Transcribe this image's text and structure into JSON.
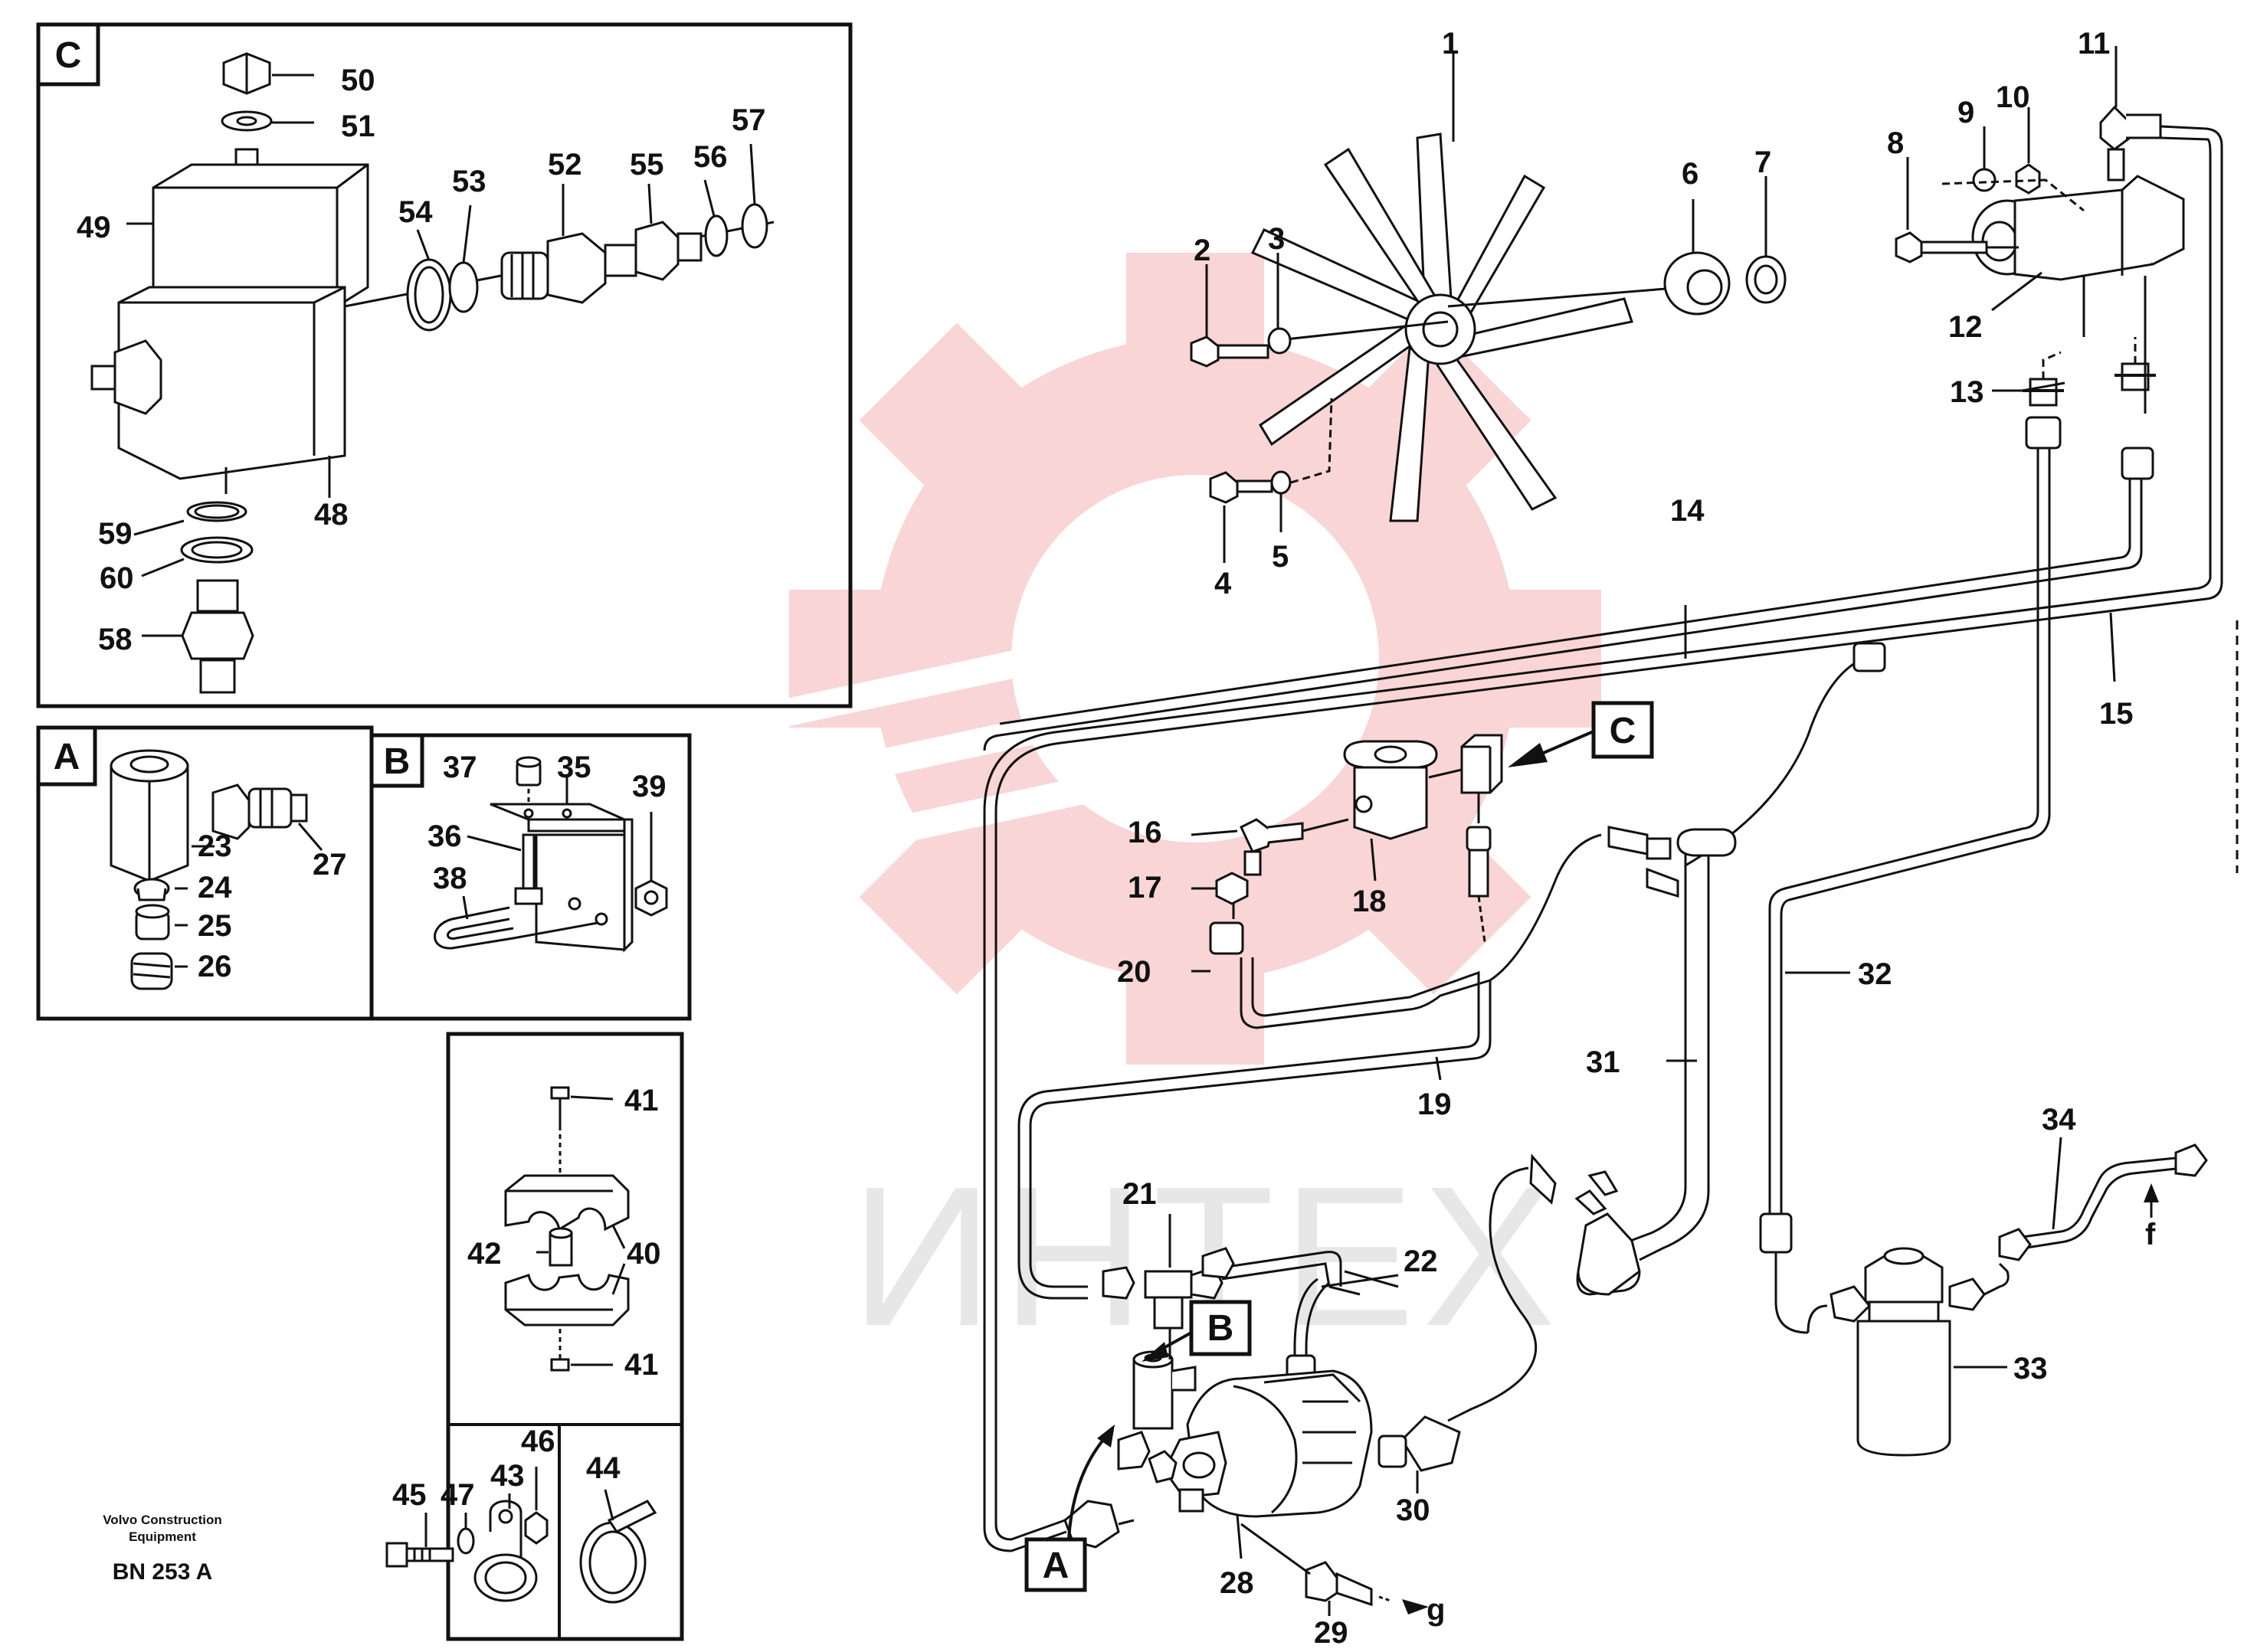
{
  "watermark": {
    "text": "ИНТЕХ",
    "gear_color": "#f8c8c8"
  },
  "colors": {
    "ink": "#111111",
    "paper": "#ffffff",
    "watermark_red": "#f5b4b4",
    "watermark_gray": "#e7e7e7"
  },
  "panels": {
    "C": {
      "letter": "C"
    },
    "A": {
      "letter": "A"
    },
    "B": {
      "letter": "B"
    }
  },
  "callouts": {
    "c": "C",
    "b": "B",
    "a": "A",
    "f": "f",
    "g": "g"
  },
  "labels": {
    "n1": "1",
    "n2": "2",
    "n3": "3",
    "n4": "4",
    "n5": "5",
    "n6": "6",
    "n7": "7",
    "n8": "8",
    "n9": "9",
    "n10": "10",
    "n11": "11",
    "n12": "12",
    "n13": "13",
    "n14": "14",
    "n15": "15",
    "n16": "16",
    "n17": "17",
    "n18": "18",
    "n19": "19",
    "n20": "20",
    "n21": "21",
    "n22": "22",
    "n23": "23",
    "n24": "24",
    "n25": "25",
    "n26": "26",
    "n27": "27",
    "n28": "28",
    "n29": "29",
    "n30": "30",
    "n31": "31",
    "n32": "32",
    "n33": "33",
    "n34": "34",
    "n35": "35",
    "n36": "36",
    "n37": "37",
    "n38": "38",
    "n39": "39",
    "n40": "40",
    "n41a": "41",
    "n41b": "41",
    "n42": "42",
    "n43": "43",
    "n44": "44",
    "n45": "45",
    "n46": "46",
    "n47": "47",
    "n48": "48",
    "n49": "49",
    "n50": "50",
    "n51": "51",
    "n52": "52",
    "n53": "53",
    "n54": "54",
    "n55": "55",
    "n56": "56",
    "n57": "57",
    "n58": "58",
    "n59": "59",
    "n60": "60"
  },
  "footer": {
    "company_line1": "Volvo Construction",
    "company_line2": "Equipment",
    "code": "BN 253 A"
  }
}
